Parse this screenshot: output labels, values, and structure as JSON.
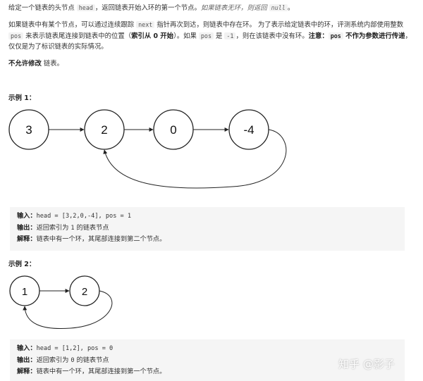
{
  "intro": {
    "l1_a": "给定一个链表的头节点 ",
    "l1_code": "head",
    "l1_b": "，返回链表开始入环的第一个节点。",
    "l1_em": "如果链表无环，则返回 ",
    "l1_em_code": "null",
    "l1_end": "。"
  },
  "desc": {
    "p1": "如果链表中有某个节点，可以通过连续跟踪 ",
    "code_next": "next",
    "p2": " 指针再次到达，则链表中存在环。 为了表示给定链表中的环，评测系统内部使用整数 ",
    "code_pos": "pos",
    "p3": " 来表示链表尾连接到链表中的位置（",
    "bold_index": "索引从 0 开始",
    "p4": "）。如果 ",
    "code_pos2": "pos",
    "p5": " 是 ",
    "code_neg": "-1",
    "p6": "，则在该链表中没有环。",
    "note_label": "注意：",
    "code_pos3": "pos",
    "note_bold": " 不作为",
    "p7": "参数进行传递",
    "p8": "，仅仅是为了标识链表的实际情况。"
  },
  "no_modify": {
    "bold": "不允许修改",
    "rest": " 链表。"
  },
  "example1": {
    "title": "示例 1：",
    "nodes": [
      "3",
      "2",
      "0",
      "-4"
    ],
    "input_label": "输入：",
    "input": "head = [3,2,0,-4], pos = 1",
    "output_label": "输出：",
    "output_a": "返回索引为 ",
    "output_code": "1",
    "output_b": " 的链表节点",
    "explain_label": "解释：",
    "explain": "链表中有一个环，其尾部连接到第二个节点。"
  },
  "example2": {
    "title": "示例 2：",
    "nodes": [
      "1",
      "2"
    ],
    "input_label": "输入：",
    "input": "head = [1,2], pos = 0",
    "output_label": "输出：",
    "output_a": "返回索引为 ",
    "output_code": "0",
    "output_b": " 的链表节点",
    "explain_label": "解释：",
    "explain": "链表中有一个环，其尾部连接到第一个节点。"
  },
  "watermark": "知乎 @影子",
  "colors": {
    "text": "#333333",
    "box_bg": "#f5f5f5",
    "code_bg": "#f2f2f2"
  }
}
